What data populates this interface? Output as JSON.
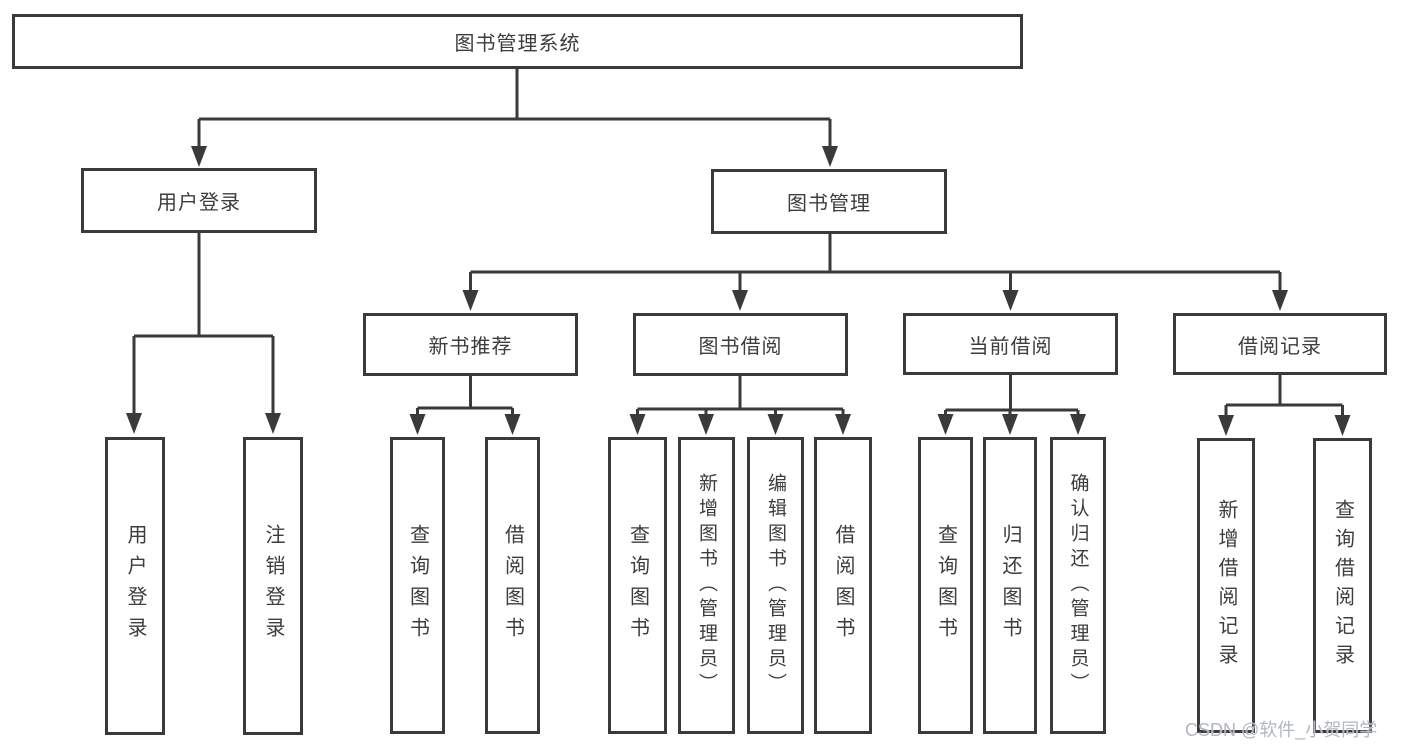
{
  "tree": {
    "label": "图书管理系统",
    "children": [
      {
        "label": "用户登录",
        "children": [
          {
            "label": "用户登录"
          },
          {
            "label": "注销登录"
          }
        ]
      },
      {
        "label": "图书管理",
        "children": [
          {
            "label": "新书推荐",
            "children": [
              {
                "label": "查询图书"
              },
              {
                "label": "借阅图书"
              }
            ]
          },
          {
            "label": "图书借阅",
            "children": [
              {
                "label": "查询图书"
              },
              {
                "label": "新增图书（管理员）"
              },
              {
                "label": "编辑图书（管理员）"
              },
              {
                "label": "借阅图书"
              }
            ]
          },
          {
            "label": "当前借阅",
            "children": [
              {
                "label": "查询图书"
              },
              {
                "label": "归还图书"
              },
              {
                "label": "确认归还（管理员）"
              }
            ]
          },
          {
            "label": "借阅记录",
            "children": [
              {
                "label": "新增借阅记录"
              },
              {
                "label": "查询借阅记录"
              }
            ]
          }
        ]
      }
    ]
  },
  "watermark": {
    "text": "CSDN @软件_小贺同学"
  },
  "colors": {
    "line": "#3a3a3a",
    "text": "#3d3d3d",
    "background": "#ffffff",
    "watermark": "#b2b6bd"
  }
}
